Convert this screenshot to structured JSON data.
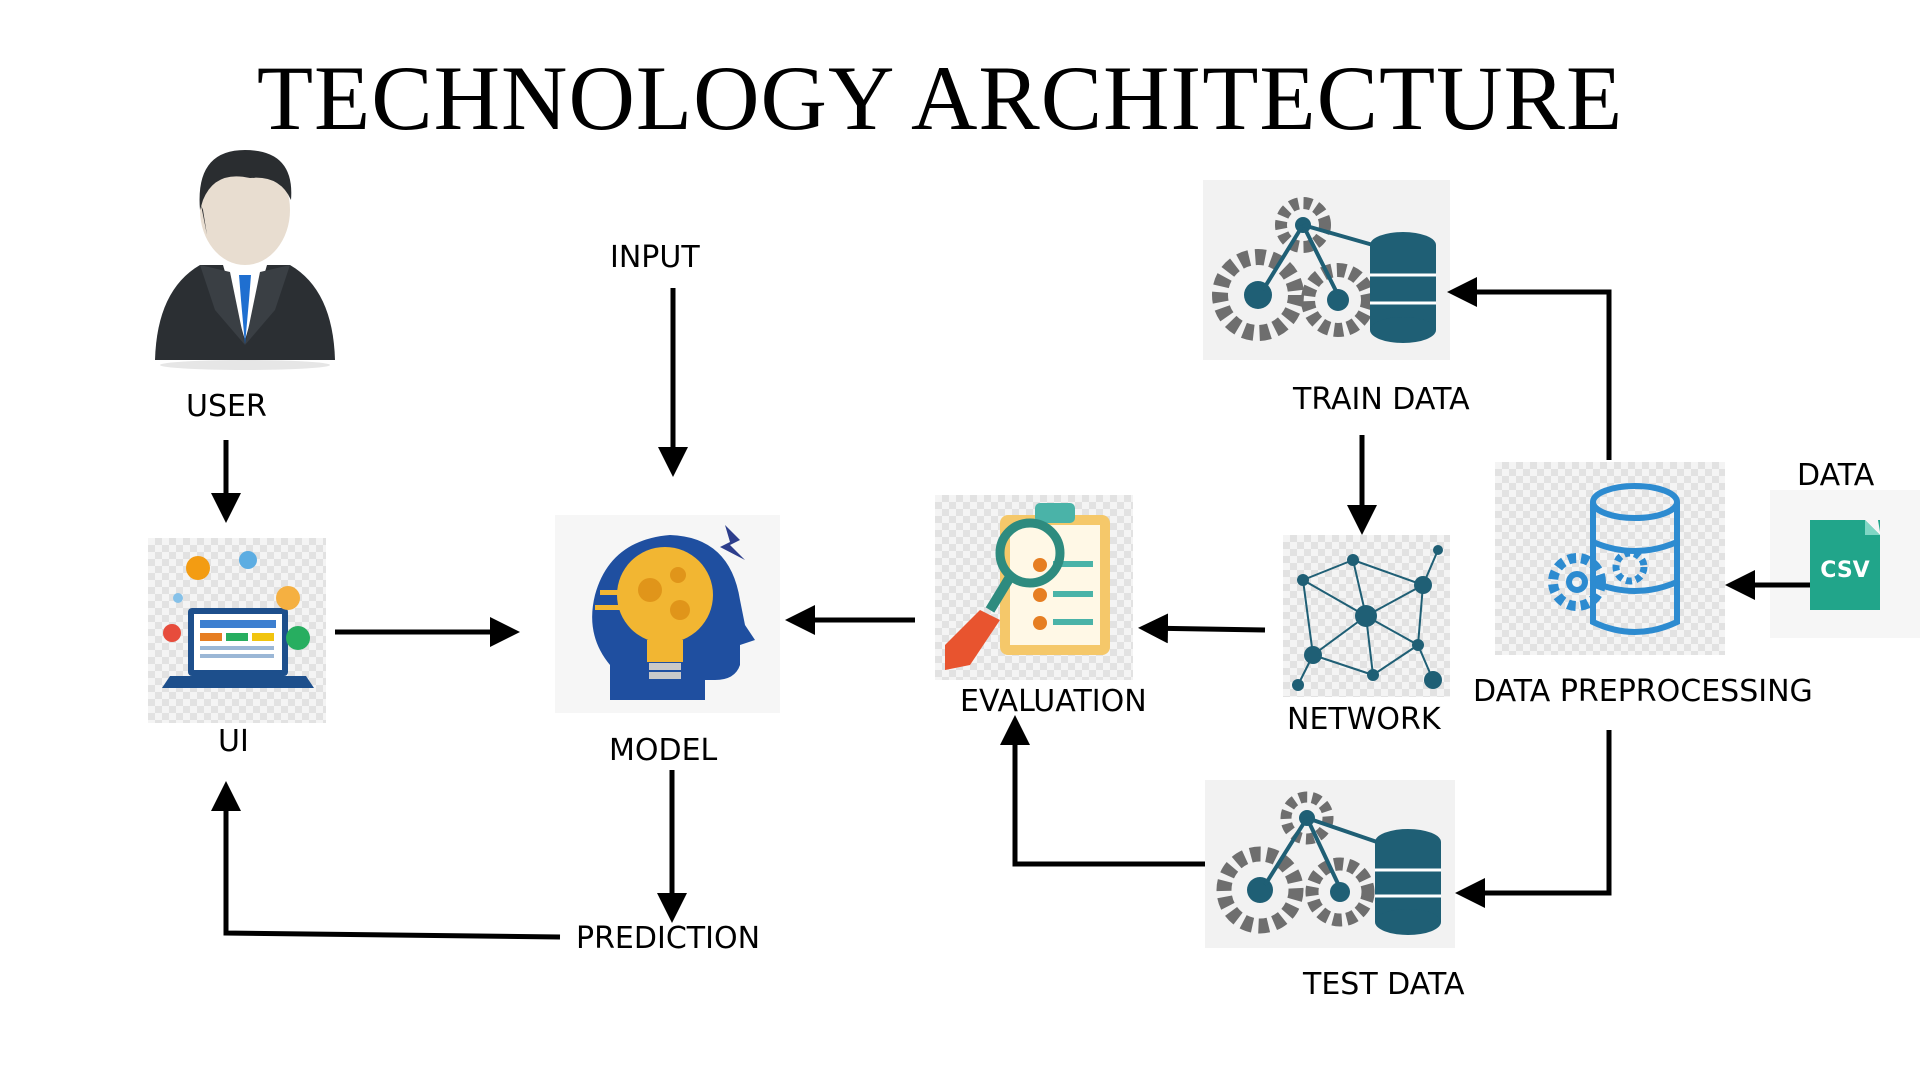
{
  "title": "TECHNOLOGY ARCHITECTURE",
  "nodes": {
    "user": {
      "label": "USER",
      "icon": "user-businessman-icon"
    },
    "ui": {
      "label": "UI",
      "icon": "laptop-ui-icon"
    },
    "input": {
      "label": "INPUT"
    },
    "model": {
      "label": "MODEL",
      "icon": "brain-lightbulb-icon"
    },
    "prediction": {
      "label": "PREDICTION"
    },
    "evaluation": {
      "label": "EVALUATION",
      "icon": "clipboard-magnifier-icon"
    },
    "network": {
      "label": "NETWORK",
      "icon": "network-graph-icon"
    },
    "train_data": {
      "label": "TRAIN DATA",
      "icon": "gears-database-icon"
    },
    "test_data": {
      "label": "TEST DATA",
      "icon": "gears-database-icon"
    },
    "data_preprocessing": {
      "label": "DATA PREPROCESSING",
      "icon": "database-gear-icon"
    },
    "data": {
      "label": "DATA",
      "icon": "csv-file-icon",
      "file_badge": "CSV"
    }
  },
  "colors": {
    "arrow": "#000000",
    "gear": "#6e6e6e",
    "database": "#1f5f75",
    "csv": "#21a58a",
    "preprocess": "#2d8bd0",
    "brain_head": "#1f4fa0",
    "bulb": "#f2b632"
  }
}
